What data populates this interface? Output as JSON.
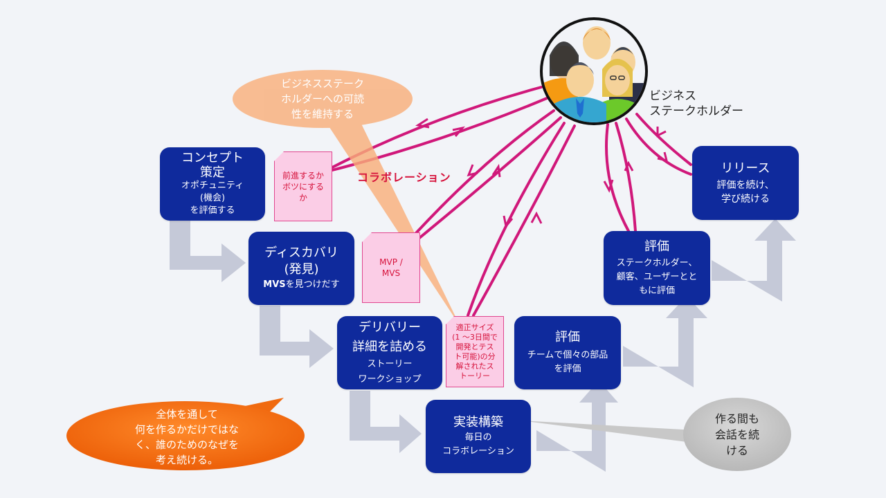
{
  "stakeholder": {
    "icon": "people-group-icon",
    "label_line1": "ビジネス",
    "label_line2": "ステークホルダー"
  },
  "collaboration_label": "コラボレーション",
  "callouts": {
    "readability": {
      "line1": "ビジネスステーク",
      "line2": "ホルダーへの可読",
      "line3": "性を維持する",
      "color": "#f9ae78"
    },
    "whole": {
      "line1": "全体を通して",
      "line2": "何を作るかだけではな",
      "line3": "く、誰のためのなぜを",
      "line4": "考え続ける。",
      "color": "#f06a10"
    },
    "conversation": {
      "line1": "作る間も",
      "line2": "会話を続",
      "line3": "ける",
      "color": "#c8c8c8"
    }
  },
  "boxes": {
    "concept": {
      "title1": "コンセプト",
      "title2": "策定",
      "sub1": "オポチュニティ",
      "sub2": "(機会)",
      "sub3": "を評価する"
    },
    "discovery": {
      "title1": "ディスカバリ",
      "title2": "(発見)",
      "sub_bold": "MVS",
      "sub_rest": "を見つけだす"
    },
    "delivery": {
      "title1": "デリバリー",
      "title2": "詳細を詰める",
      "sub1": "ストーリー",
      "sub2": "ワークショップ"
    },
    "build": {
      "title": "実装構築",
      "sub1": "毎日の",
      "sub2": "コラボレーション"
    },
    "team_eval": {
      "title": "評価",
      "sub1": "チームで個々の部品",
      "sub2": "を評価"
    },
    "stakeholder_eval": {
      "title": "評価",
      "sub1": "ステークホルダー、",
      "sub2": "顧客、ユーザーとと",
      "sub3": "もに評価"
    },
    "release": {
      "title": "リリース",
      "sub1": "評価を続け、",
      "sub2": "学び続ける"
    }
  },
  "notes": {
    "go_kill": {
      "line1": "前進するか",
      "line2": "ボツにする",
      "line3": "か"
    },
    "mvp": {
      "line1": "MVP /",
      "line2": "MVS"
    },
    "story_size": {
      "line1": "適正サイズ",
      "line2": "(1 ～3日間で",
      "line3": "開発とテス",
      "line4": "ト可能)の分",
      "line5": "解されたス",
      "line6": "トーリー"
    }
  },
  "colors": {
    "box": "#0f2a9c",
    "flow_arrow": "#c5c9d8",
    "collab_line": "#d0187a",
    "note_fill": "#fbcde6",
    "note_border": "#e0458f",
    "note_text": "#d6123b",
    "background": "#f2f4f8"
  }
}
